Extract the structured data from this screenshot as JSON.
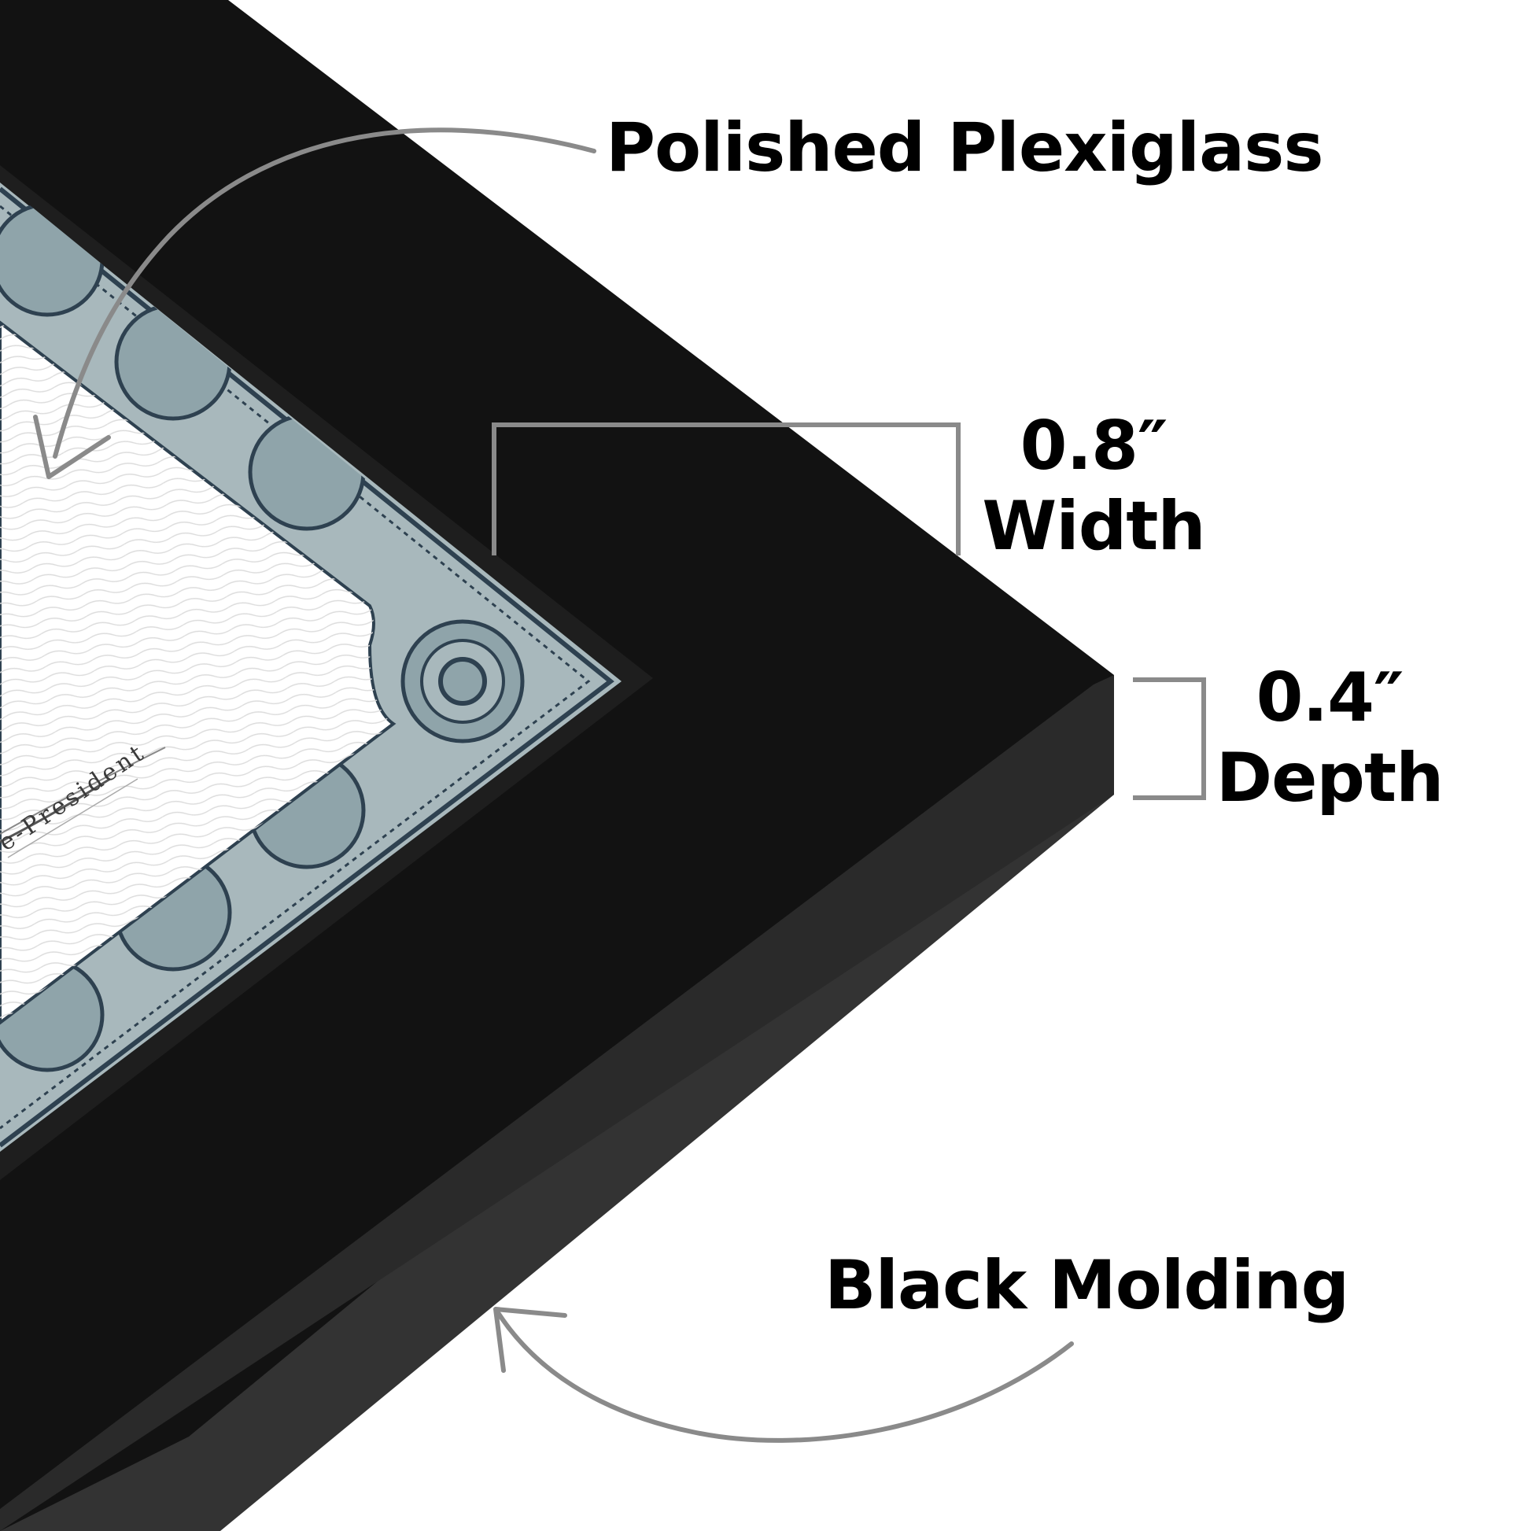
{
  "callouts": {
    "plexiglass": "Polished Plexiglass",
    "width": {
      "value": "0.8″",
      "label": "Width"
    },
    "depth": {
      "value": "0.4″",
      "label": "Depth"
    },
    "molding": "Black Molding"
  },
  "certificate": {
    "signature_caption": "e-President"
  },
  "colors": {
    "frame_face": "#111111",
    "frame_side": "#333333",
    "border_pattern": "#8fa4aa",
    "border_ink": "#2e4150",
    "callout_line": "#8a8a8a",
    "text": "#000000"
  }
}
